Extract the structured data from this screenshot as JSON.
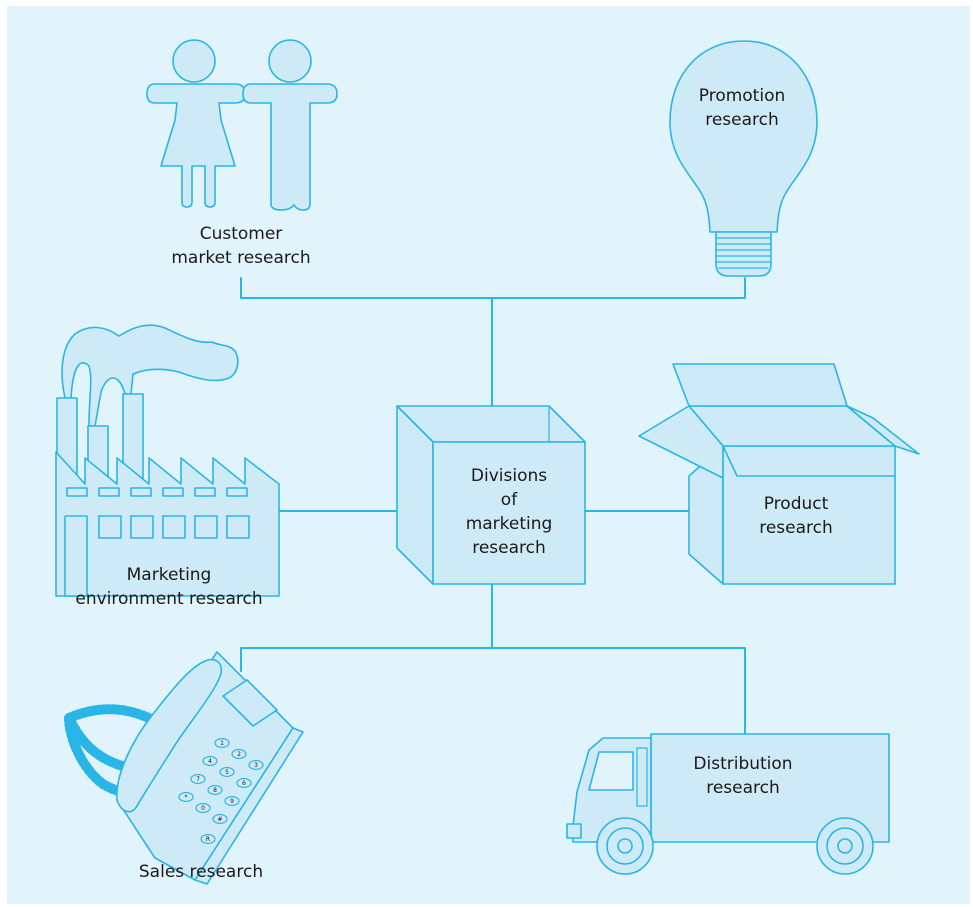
{
  "colors": {
    "background": "#e1f3fb",
    "line": "#29b6e6",
    "fill": "#cfeaf7",
    "text": "#1a1a1a"
  },
  "center": {
    "lines": [
      "Divisions",
      "of",
      "marketing",
      "research"
    ]
  },
  "divisions": [
    {
      "id": "customer",
      "icon": "people-icon",
      "lines": [
        "Customer",
        "market research"
      ]
    },
    {
      "id": "promotion",
      "icon": "lightbulb-icon",
      "lines": [
        "Promotion",
        "research"
      ]
    },
    {
      "id": "environment",
      "icon": "factory-icon",
      "lines": [
        "Marketing",
        "environment research"
      ]
    },
    {
      "id": "product",
      "icon": "open-box-icon",
      "lines": [
        "Product",
        "research"
      ]
    },
    {
      "id": "sales",
      "icon": "telephone-icon",
      "lines": [
        "Sales research"
      ]
    },
    {
      "id": "distribution",
      "icon": "truck-icon",
      "lines": [
        "Distribution",
        "research"
      ]
    }
  ],
  "keypad": [
    "1",
    "2",
    "3",
    "4",
    "5",
    "6",
    "7",
    "8",
    "9",
    "*",
    "0",
    "#",
    "R"
  ]
}
